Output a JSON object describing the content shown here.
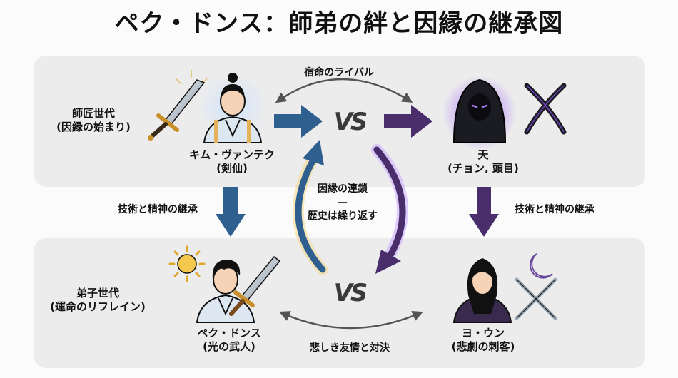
{
  "title": "ペク・ドンス：師弟の絆と因縁の継承図",
  "generations": {
    "top": {
      "line1": "師匠世代",
      "line2": "(因縁の始まり)"
    },
    "bottom": {
      "line1": "弟子世代",
      "line2": "(運命のリフレイン)"
    }
  },
  "characters": {
    "kim": {
      "name": "キム・ヴァンテク",
      "role": "(剣仙)"
    },
    "ten": {
      "name": "天",
      "role": "(チョン, 頭目)"
    },
    "baek": {
      "name": "ペク・ドンス",
      "role": "(光の武人)"
    },
    "yeo": {
      "name": "ヨ・ウン",
      "role": "(悲劇の刺客)"
    }
  },
  "relations": {
    "top_rivalry": "宿命のライバル",
    "bottom_rivalry": "悲しき友情と対決",
    "inherit_left": "技術と精神の継承",
    "inherit_right": "技術と精神の継承",
    "versus": "VS"
  },
  "center": {
    "line1": "因縁の連鎖",
    "dash": "—",
    "line2": "歴史は繰り返す"
  },
  "colors": {
    "blue": "#2f5f8f",
    "purple": "#4a2d6b",
    "band": "#ececec",
    "gold": "#f2c94c"
  }
}
